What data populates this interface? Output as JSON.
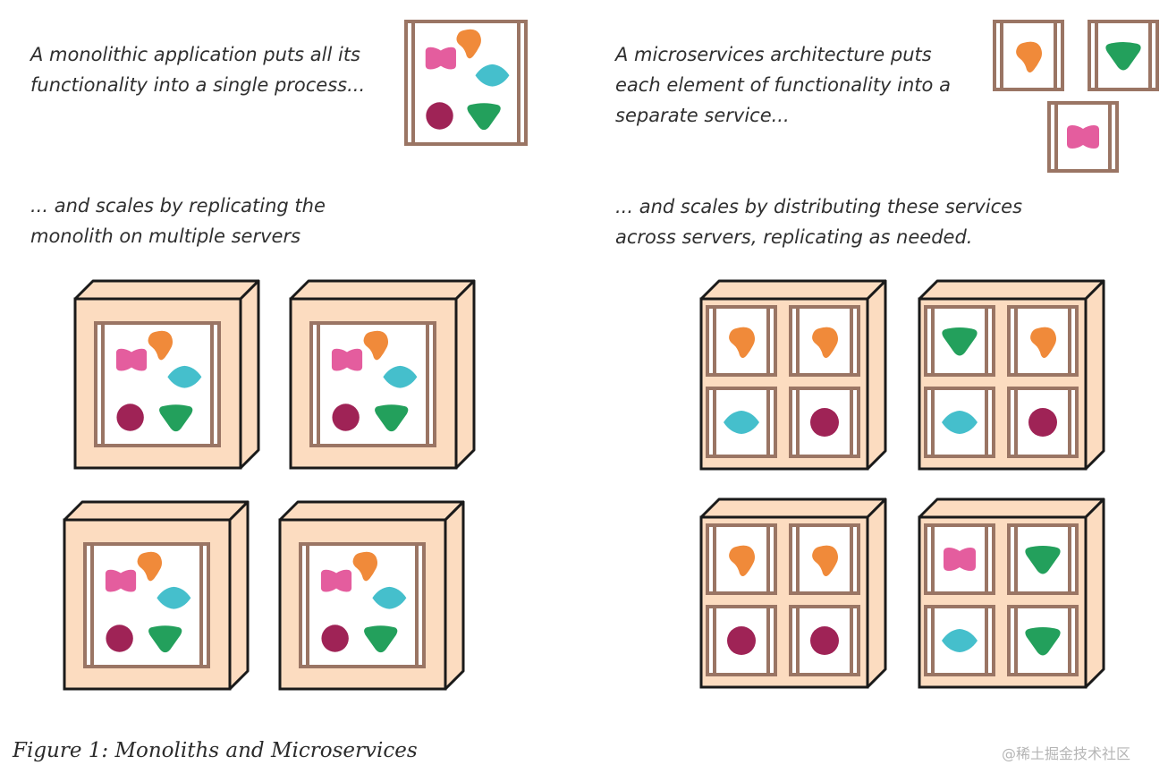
{
  "texts": {
    "monolith_description": [
      "A monolithic application puts all its",
      "functionality into a single process..."
    ],
    "monolith_scaling": [
      "... and scales by replicating the",
      "monolith on multiple servers"
    ],
    "microservices_description": [
      "A microservices architecture puts",
      "each element of functionality into a",
      "separate service..."
    ],
    "microservices_scaling": [
      "... and scales by distributing these services",
      "across servers, replicating as needed."
    ],
    "figure_caption": "Figure 1: Monoliths and Microservices",
    "watermark": "@稀土掘金技术社区"
  },
  "colors": {
    "frame": "#9a7564",
    "server_fill": "#fcdcc0",
    "server_outline": "#1a1a1a",
    "pink": "#e45d9e",
    "orange": "#f08a3a",
    "teal": "#45bfcc",
    "maroon": "#9f2356",
    "green": "#23a05c"
  },
  "shapes": [
    "pink-blob",
    "orange-blob",
    "teal-diamond",
    "maroon-circle",
    "green-triangle"
  ],
  "micro_servers": [
    [
      "orange",
      "orange",
      "teal",
      "maroon"
    ],
    [
      "green",
      "orange",
      "teal",
      "maroon"
    ],
    [
      "orange",
      "orange",
      "maroon",
      "maroon"
    ],
    [
      "pink",
      "green",
      "teal",
      "green"
    ]
  ]
}
